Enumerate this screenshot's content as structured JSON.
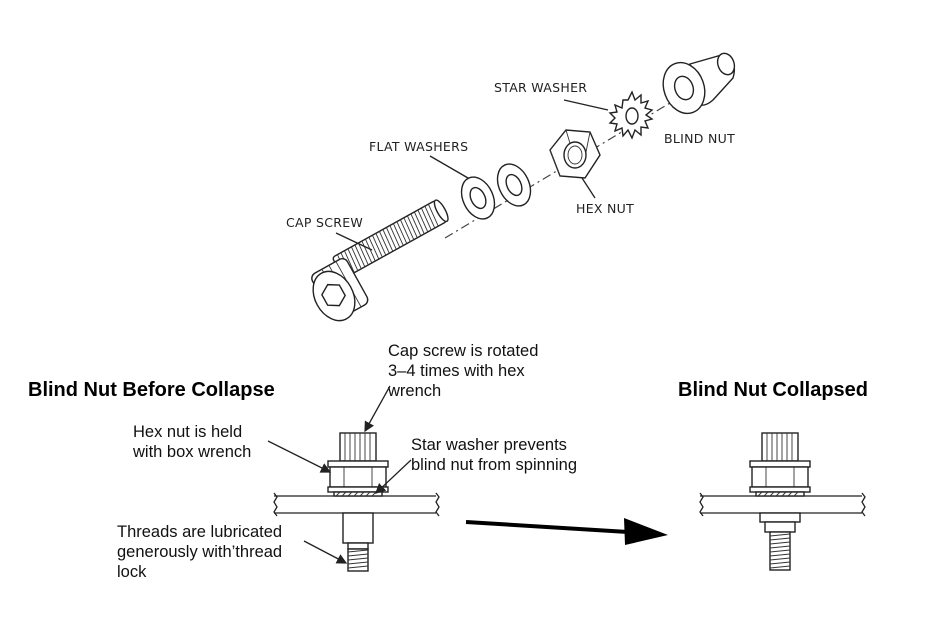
{
  "exploded_view": {
    "labels": {
      "cap_screw": "CAP SCREW",
      "flat_washers": "FLAT WASHERS",
      "hex_nut": "HEX NUT",
      "star_washer": "STAR WASHER",
      "blind_nut": "BLIND NUT"
    }
  },
  "before": {
    "title": "Blind Nut Before Collapse",
    "notes": {
      "cap_screw_line1": "Cap screw is rotated",
      "cap_screw_line2": "3–4 times with hex",
      "cap_screw_line3": "wrench",
      "hex_nut_line1": "Hex nut is held",
      "hex_nut_line2": "with box wrench",
      "star_washer_line1": "Star washer prevents",
      "star_washer_line2": "blind nut from spinning",
      "threads_line1": "Threads are lubricated",
      "threads_line2": "generously with’thread",
      "threads_line3": "lock"
    }
  },
  "after": {
    "title": "Blind Nut Collapsed"
  }
}
